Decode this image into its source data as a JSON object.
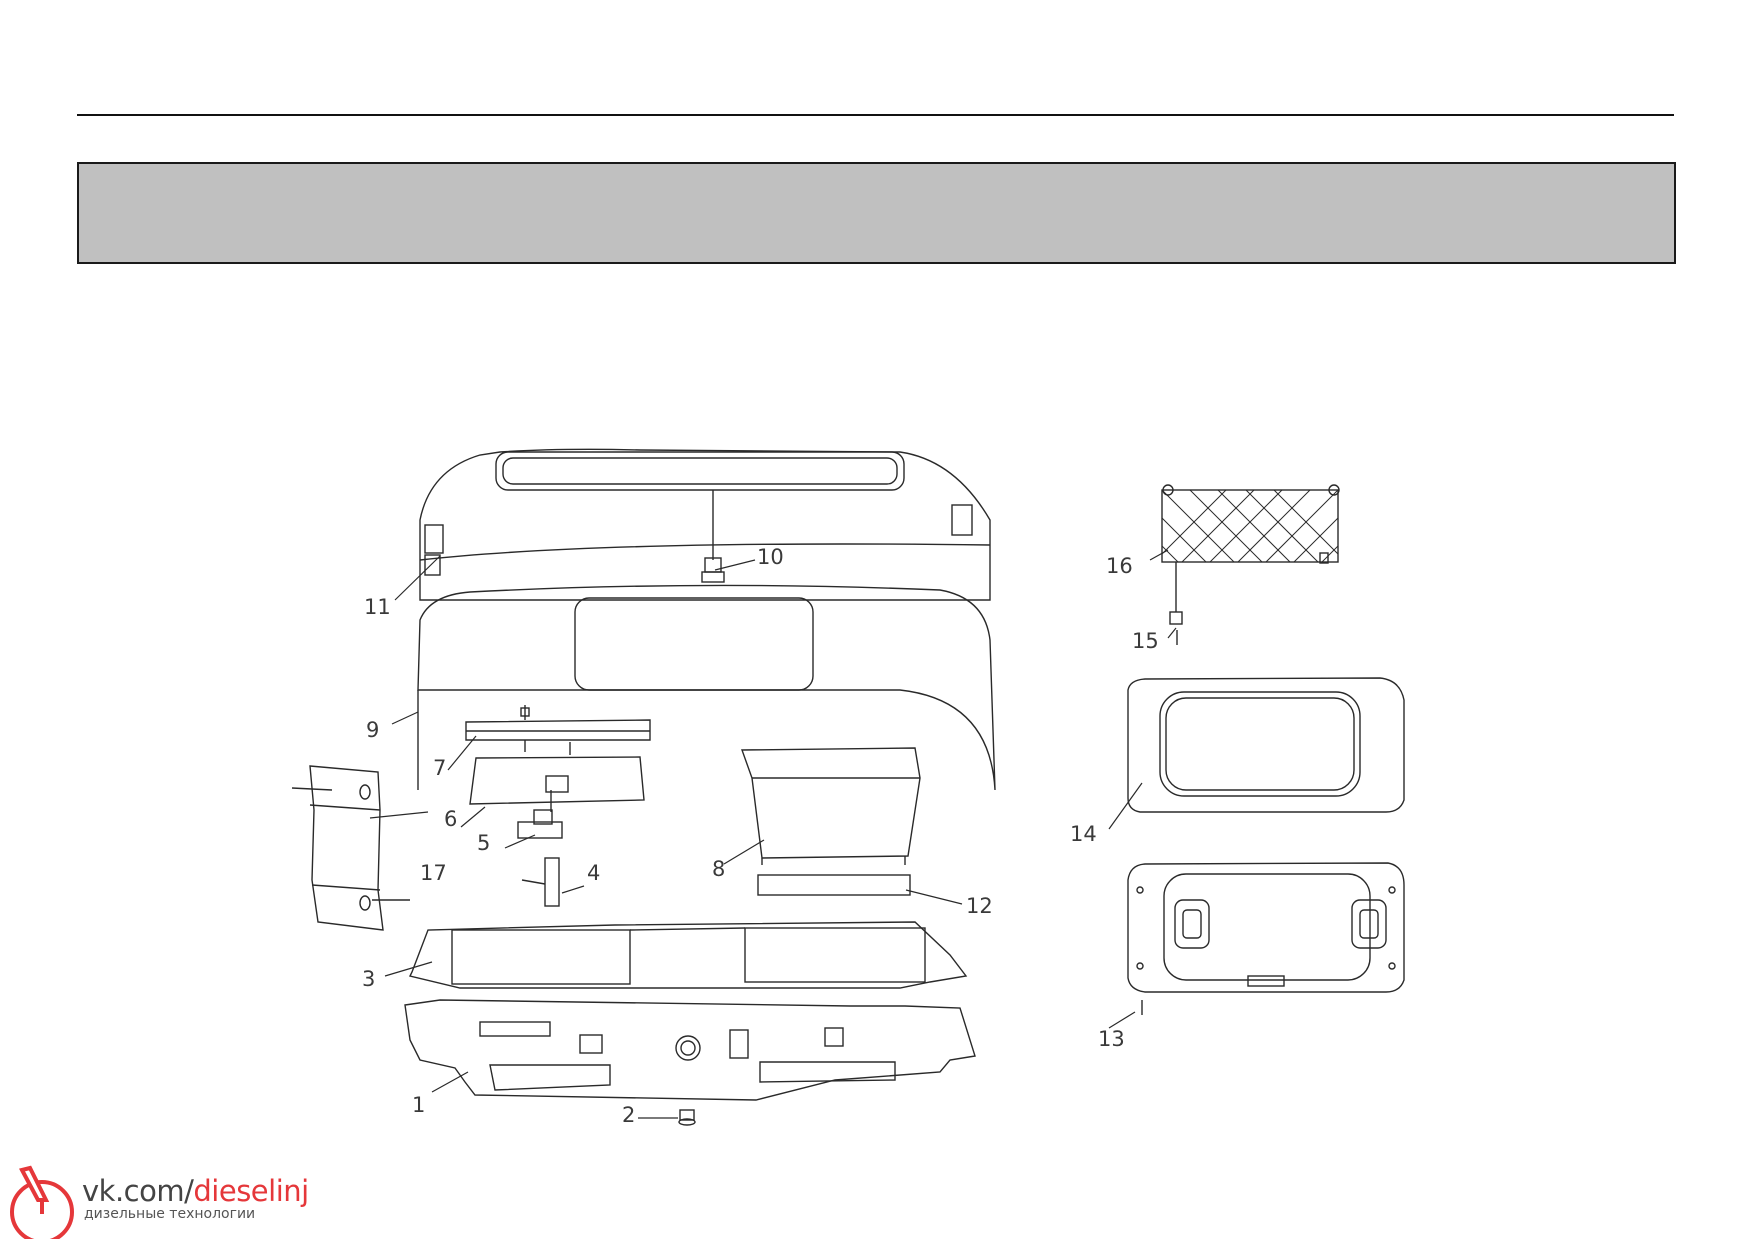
{
  "callouts": {
    "c1": "1",
    "c2": "2",
    "c3": "3",
    "c4": "4",
    "c5": "5",
    "c6": "6",
    "c7": "7",
    "c8": "8",
    "c9": "9",
    "c10": "10",
    "c11": "11",
    "c12": "12",
    "c13": "13",
    "c14": "14",
    "c15": "15",
    "c16": "16",
    "c17": "17"
  },
  "watermark": {
    "prefix": "vk.com/",
    "highlight": "dieselinj",
    "subtitle": "дизельные технологии",
    "brand_color": "#e5373a",
    "icon": "fuel-injector-logo-icon"
  },
  "colors": {
    "banner": "#c0c0c0",
    "line": "#1a1a1a"
  }
}
